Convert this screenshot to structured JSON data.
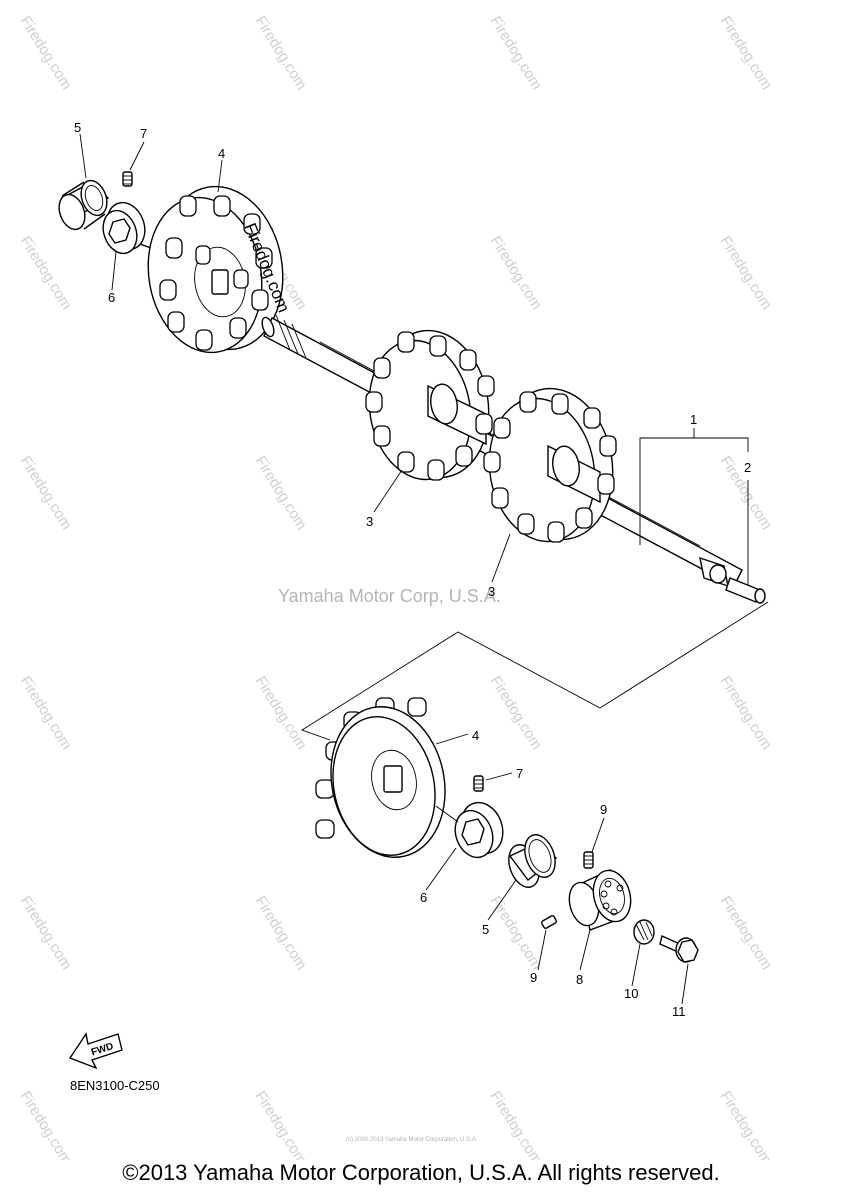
{
  "watermark": {
    "site": "Firedog.com",
    "center_text": "Yamaha Motor Corp, U.S.A.",
    "overlay_text": "Firedog.com"
  },
  "diagram": {
    "part_code": "8EN3100-C250",
    "fwd_label": "FWD",
    "small_notice": "(c) 2000-2013 Yamaha Motor Corporation, U.S.A.",
    "callouts": {
      "top_5": "5",
      "top_7": "7",
      "top_4": "4",
      "top_6": "6",
      "shaft_1": "1",
      "pin_2": "2",
      "sprocket_3a": "3",
      "sprocket_3b": "3",
      "bottom_4": "4",
      "bottom_7": "7",
      "bottom_6": "6",
      "bottom_5": "5",
      "bottom_9a": "9",
      "bottom_9b": "9",
      "bottom_8": "8",
      "bottom_10": "10",
      "bottom_11": "11"
    }
  },
  "footer": {
    "copyright": "©2013 Yamaha Motor Corporation, U.S.A. All rights reserved."
  }
}
